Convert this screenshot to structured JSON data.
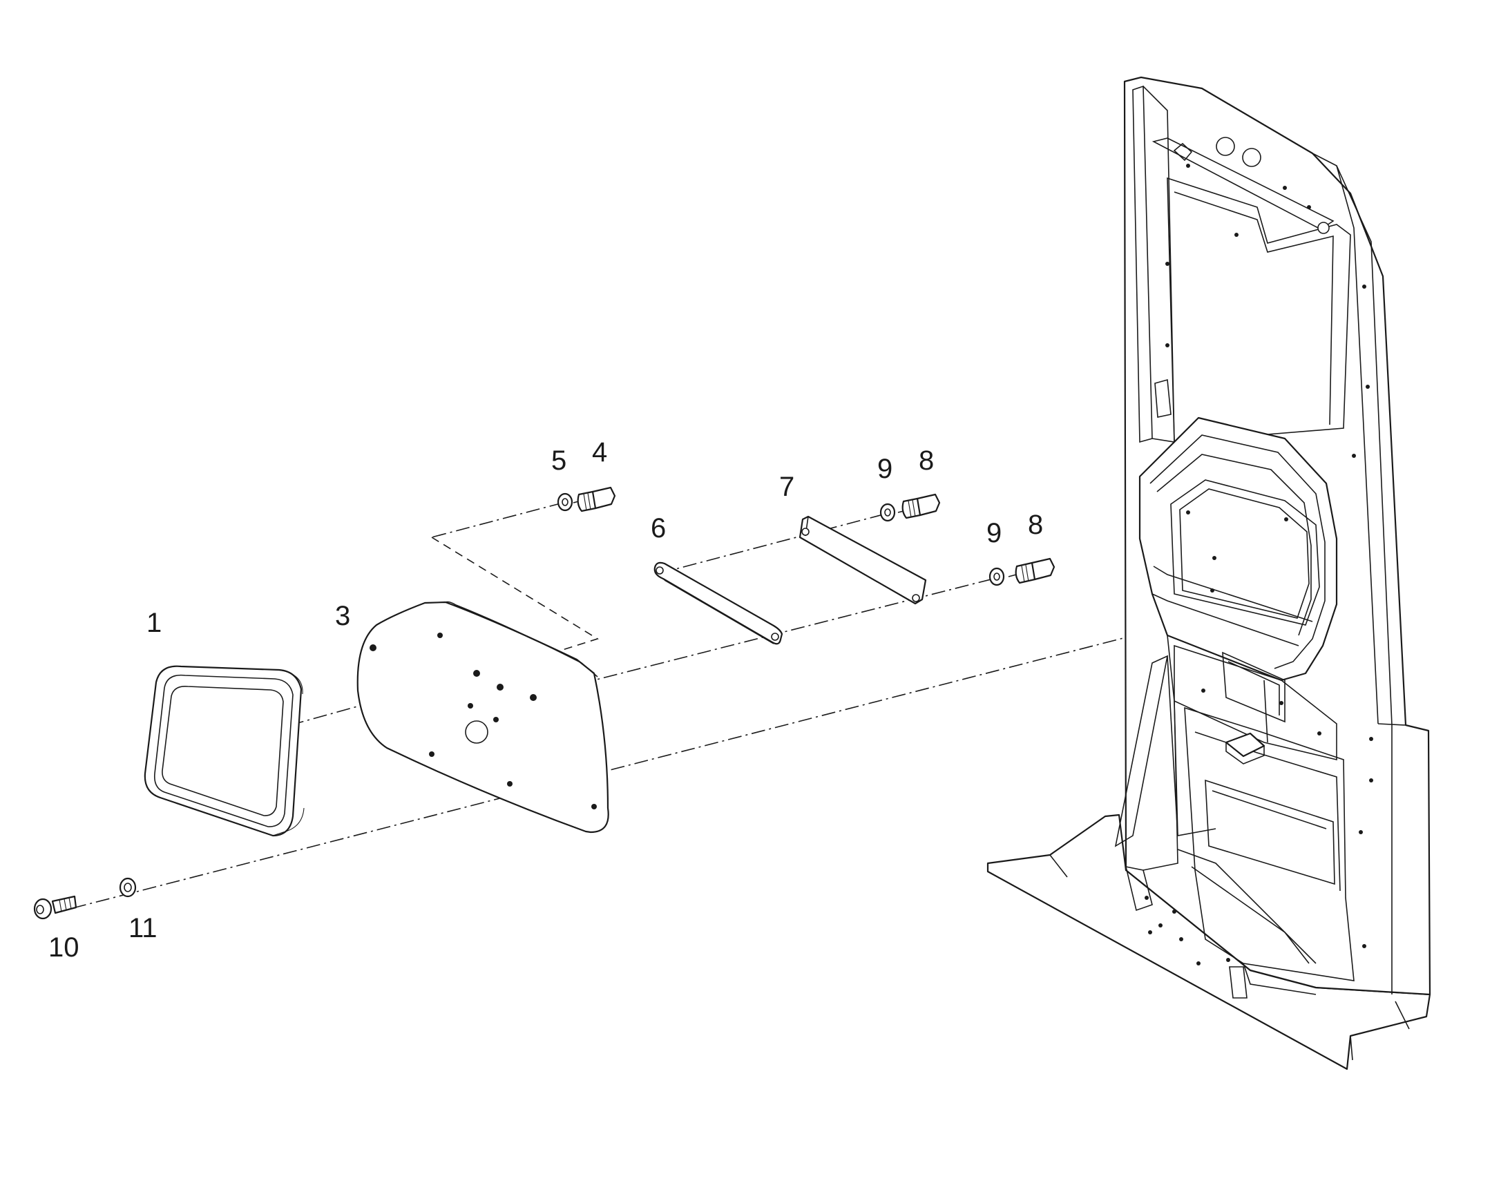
{
  "callouts": [
    {
      "id": "c1",
      "label": "1"
    },
    {
      "id": "c3",
      "label": "3"
    },
    {
      "id": "c4",
      "label": "4"
    },
    {
      "id": "c5",
      "label": "5"
    },
    {
      "id": "c6",
      "label": "6"
    },
    {
      "id": "c7",
      "label": "7"
    },
    {
      "id": "c8a",
      "label": "8"
    },
    {
      "id": "c9a",
      "label": "9"
    },
    {
      "id": "c8b",
      "label": "8"
    },
    {
      "id": "c9b",
      "label": "9"
    },
    {
      "id": "c10",
      "label": "10"
    },
    {
      "id": "c11",
      "label": "11"
    }
  ]
}
